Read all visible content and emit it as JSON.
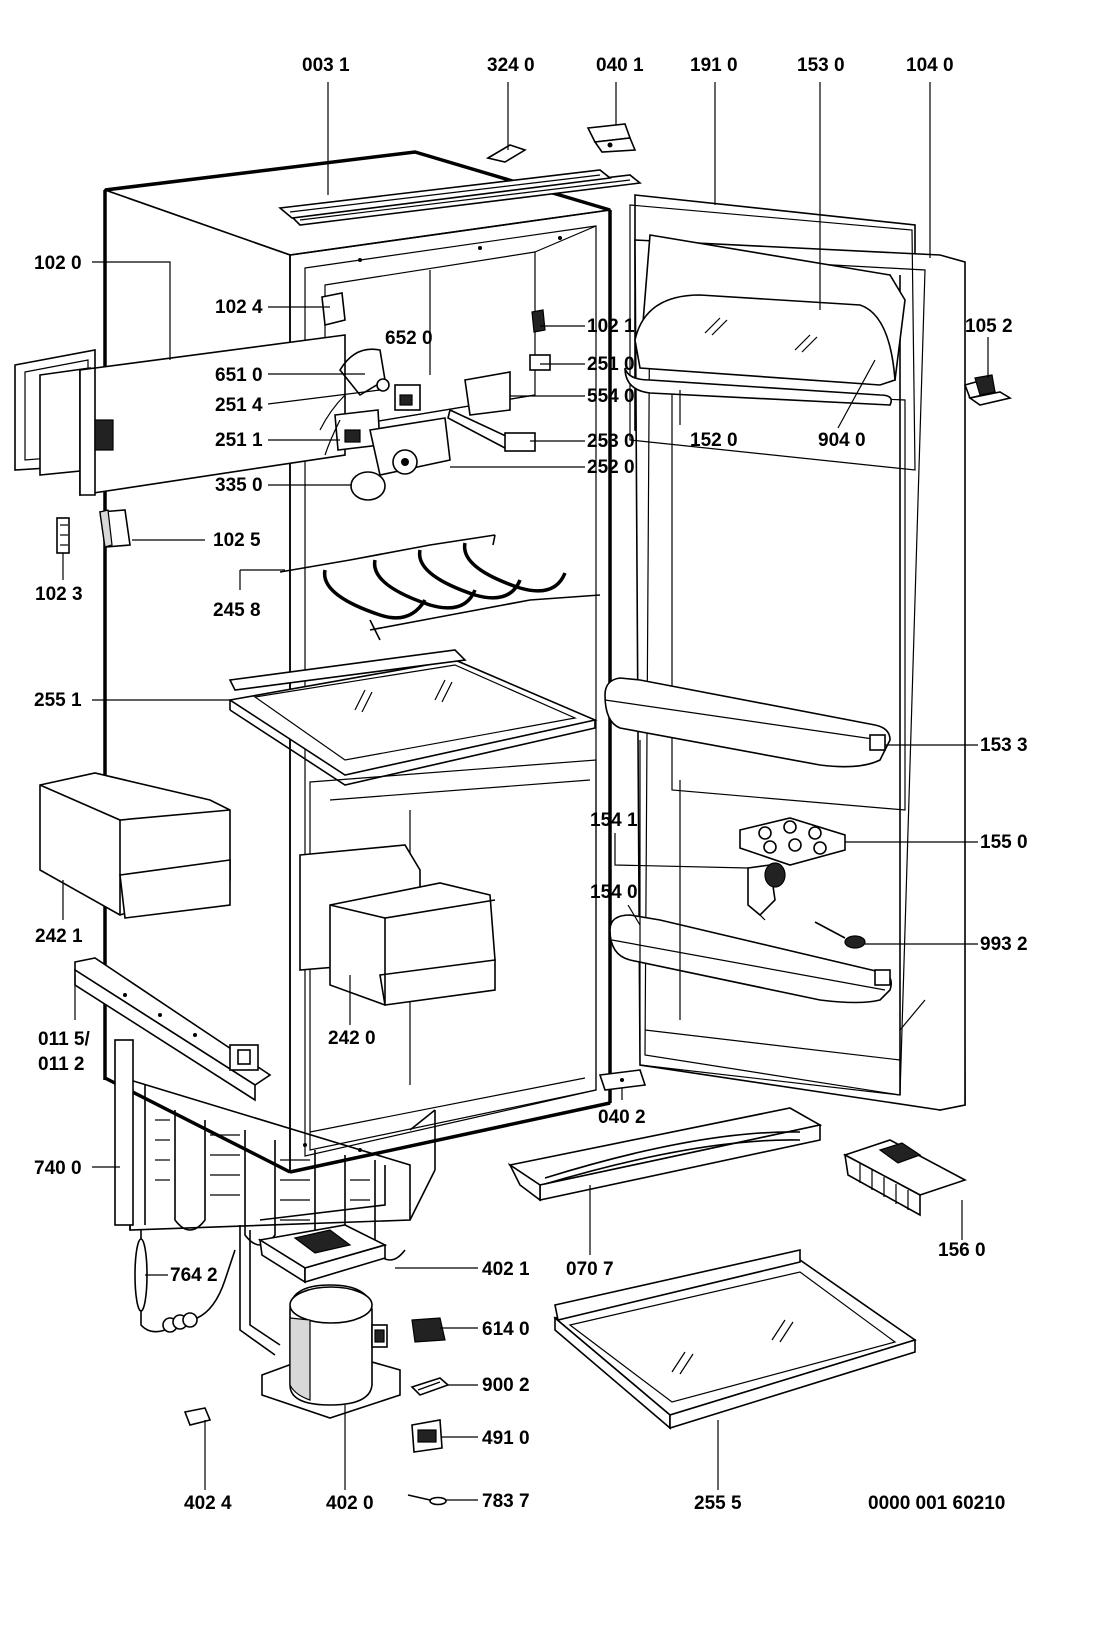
{
  "labels": {
    "l0031": "003 1",
    "l3240": "324 0",
    "l0401": "040 1",
    "l1910": "191 0",
    "l1530": "153 0",
    "l1040": "104 0",
    "l1020": "102 0",
    "l1024": "102 4",
    "l6520": "652 0",
    "l1021": "102 1",
    "l1052": "105 2",
    "l6510": "651 0",
    "l2510": "251 0",
    "l2514": "251 4",
    "l5540": "554 0",
    "l2511": "251 1",
    "l2530": "253 0",
    "l1520": "152 0",
    "l9040": "904 0",
    "l2520": "252 0",
    "l3350": "335 0",
    "l1025": "102 5",
    "l1023": "102 3",
    "l2458": "245 8",
    "l2551": "255 1",
    "l1533": "153 3",
    "l1541": "154 1",
    "l1550": "155 0",
    "l1540": "154 0",
    "l2421": "242 1",
    "l9932": "993 2",
    "l0115": "011 5/",
    "l0112": "011 2",
    "l2420": "242 0",
    "l0402": "040 2",
    "l7400": "740 0",
    "l1560": "156 0",
    "l7642": "764 2",
    "l4021": "402 1",
    "l0707": "070 7",
    "l6140": "614 0",
    "l9002": "900 2",
    "l4910": "491 0",
    "l4024": "402 4",
    "l4020": "402 0",
    "l7837": "783 7",
    "l2555": "255 5",
    "doc_number": "0000 001 60210"
  }
}
